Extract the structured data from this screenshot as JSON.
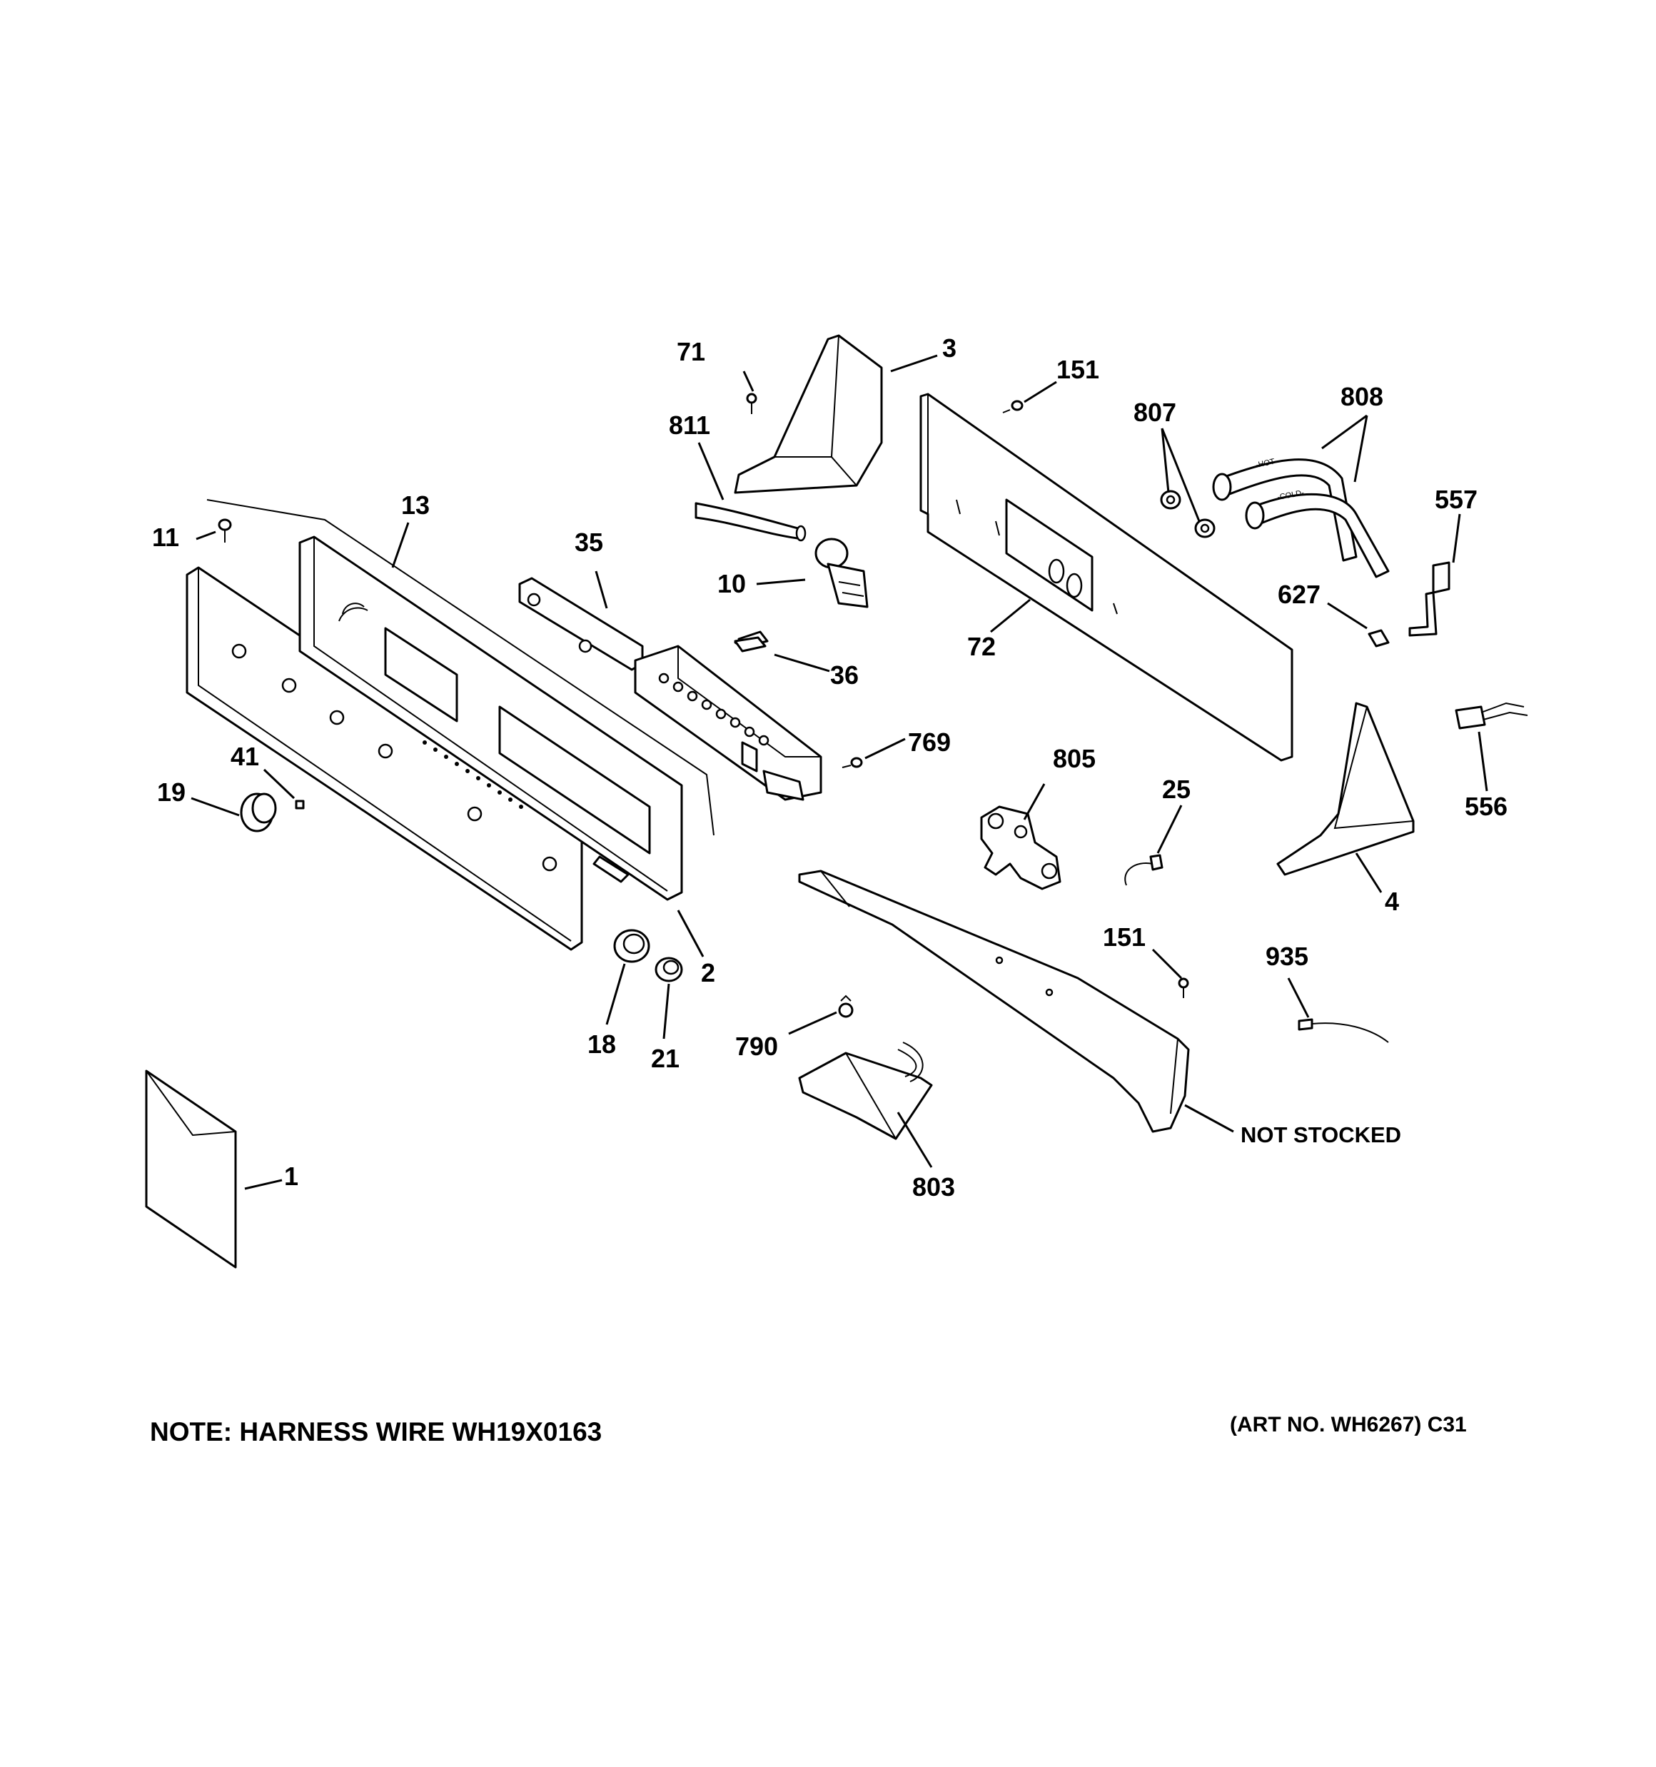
{
  "labels": {
    "p71": "71",
    "p3": "3",
    "p151a": "151",
    "p807": "807",
    "p808": "808",
    "p811": "811",
    "p13": "13",
    "p11": "11",
    "p35": "35",
    "p10": "10",
    "p557": "557",
    "p627": "627",
    "p72": "72",
    "p36": "36",
    "p769": "769",
    "p805": "805",
    "p25": "25",
    "p41": "41",
    "p19": "19",
    "p556": "556",
    "p4": "4",
    "p2": "2",
    "p151b": "151",
    "p935": "935",
    "p18": "18",
    "p21": "21",
    "p790": "790",
    "p803": "803",
    "p1": "1",
    "not_stocked": "NOT STOCKED"
  },
  "hose_markings": {
    "hot": "-HOT-",
    "cold": "-COLD-"
  },
  "footer": {
    "note": "NOTE: HARNESS WIRE WH19X0163",
    "art_number": "(ART NO. WH6267) C31"
  }
}
